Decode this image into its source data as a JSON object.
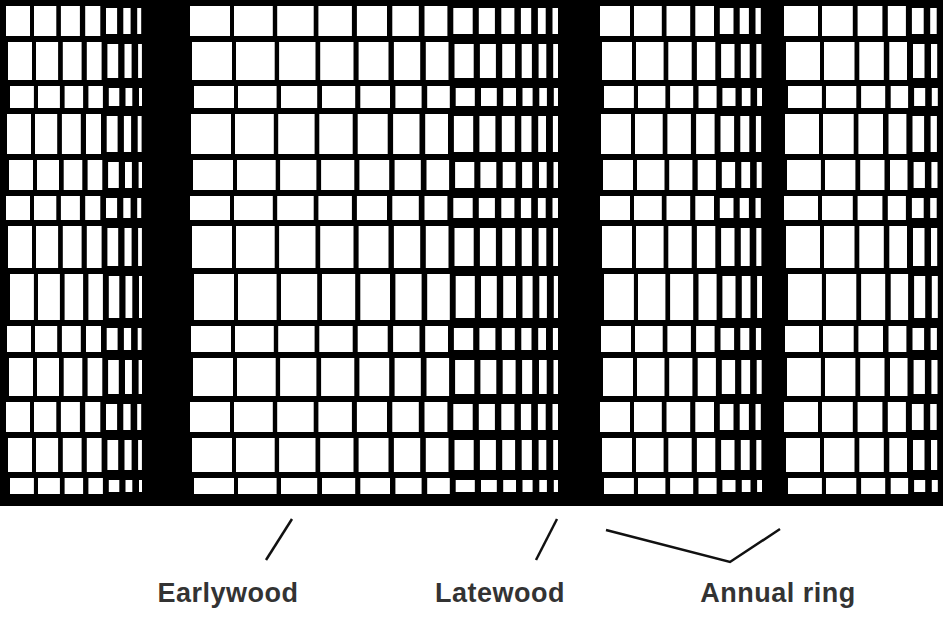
{
  "diagram": {
    "labels": [
      "Earlywood",
      "Latewood",
      "Annual ring"
    ]
  }
}
